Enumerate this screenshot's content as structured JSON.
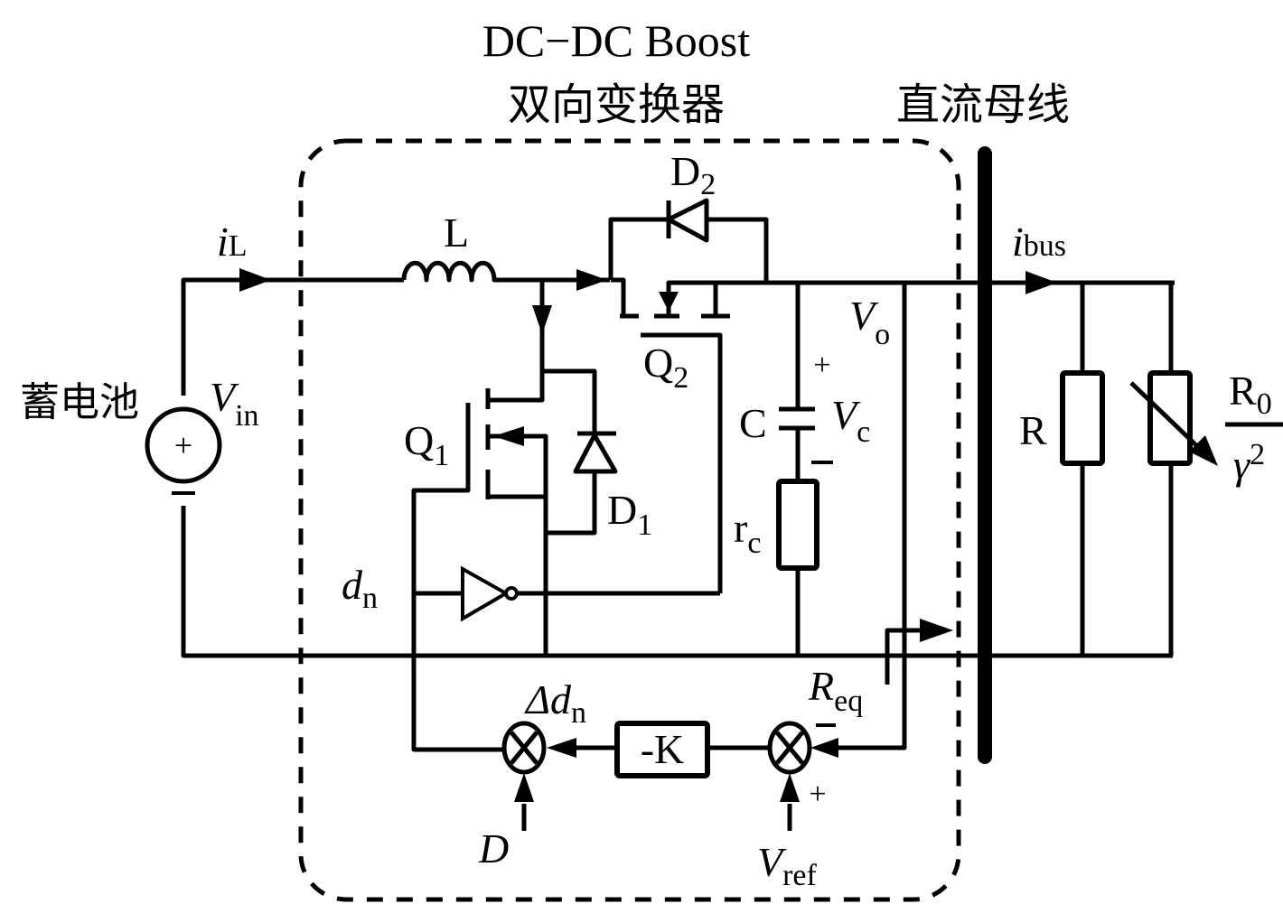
{
  "titles": {
    "converter_line1": "DC−DC Boost",
    "converter_line2": "双向变换器",
    "bus": "直流母线",
    "battery": "蓄电池"
  },
  "labels": {
    "iL_main": "i",
    "iL_sub": "L",
    "inductor": "L",
    "D2_main": "D",
    "D2_sub": "2",
    "Q2_main": "Q",
    "Q2_sub": "2",
    "Q1_main": "Q",
    "Q1_sub": "1",
    "D1_main": "D",
    "D1_sub": "1",
    "Vin_main": "V",
    "Vin_sub": "in",
    "Vo_main": "V",
    "Vo_sub": "o",
    "capacitor": "C",
    "Vc_main": "V",
    "Vc_sub": "c",
    "Vc_plus": "+",
    "Vc_minus": "−",
    "rc_main": "r",
    "rc_sub": "c",
    "ibus_main": "i",
    "ibus_sub": "bus",
    "R": "R",
    "R0_main": "R",
    "R0_sub": "0",
    "gamma_main": "γ",
    "gamma_sup": "2",
    "dn_main": "d",
    "dn_sub": "n",
    "delta_dn_main": "Δd",
    "delta_dn_sub": "n",
    "gain_block": "-K",
    "D": "D",
    "Vref_main": "V",
    "Vref_sub": "ref",
    "Req_main": "R",
    "Req_sub": "eq",
    "sum_minus": "−",
    "sum_plus": "+",
    "src_plus": "+",
    "src_minus": "−"
  }
}
